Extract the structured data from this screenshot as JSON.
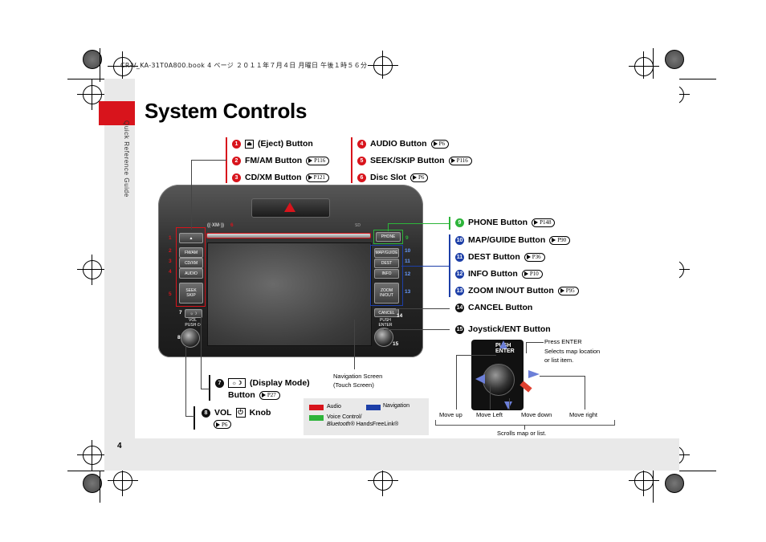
{
  "print_header": "CR-V_KA-31T0A800.book  4 ページ  ２０１１年７月４日  月曜日  午後１時５６分",
  "side_label": "Quick Reference Guide",
  "page_number": "4",
  "title": "System Controls",
  "colors": {
    "audio": "#d8141c",
    "voice": "#2db43a",
    "navigation": "#1d3fa8"
  },
  "items": {
    "i1": {
      "num": "1",
      "pre": "",
      "icon": "eject-icon",
      "text": "(Eject) Button",
      "ref": ""
    },
    "i2": {
      "num": "2",
      "text": "FM/AM Button",
      "ref": "P116"
    },
    "i3": {
      "num": "3",
      "text": "CD/XM Button",
      "ref": "P121"
    },
    "i4": {
      "num": "4",
      "text": "AUDIO Button",
      "ref": "P6"
    },
    "i5": {
      "num": "5",
      "text": "SEEK/SKIP Button",
      "ref": "P116"
    },
    "i6": {
      "num": "6",
      "text": "Disc Slot",
      "ref": "P6"
    },
    "i7": {
      "num": "7",
      "icon": "display-mode-icon",
      "text": "(Display Mode)",
      "text2": "Button",
      "ref": "P27"
    },
    "i8": {
      "num": "8",
      "text": "VOL",
      "icon": "power-icon",
      "text2": "Knob",
      "ref": "P6"
    },
    "i9": {
      "num": "9",
      "text": "PHONE Button",
      "ref": "P148"
    },
    "i10": {
      "num": "10",
      "text": "MAP/GUIDE Button",
      "ref": "P90"
    },
    "i11": {
      "num": "11",
      "text": "DEST Button",
      "ref": "P36"
    },
    "i12": {
      "num": "12",
      "text": "INFO Button",
      "ref": "P10"
    },
    "i13": {
      "num": "13",
      "text": "ZOOM IN/OUT Button",
      "ref": "P95"
    },
    "i14": {
      "num": "14",
      "text": "CANCEL Button"
    },
    "i15": {
      "num": "15",
      "text": "Joystick/ENT Button"
    }
  },
  "device": {
    "xm": "((·XM·))",
    "sd": "SD",
    "buttons": {
      "eject": "▲",
      "fmam": "FM/AM",
      "cdxm": "CD/XM",
      "audio": "AUDIO",
      "seek": "SEEK\nSKIP",
      "display": "☼☽",
      "vol": "VOL\nPUSH ⏻",
      "phone": "PHONE",
      "map": "MAP/GUIDE",
      "dest": "DEST",
      "info": "INFO",
      "zoom": "ZOOM\nIN/OUT",
      "cancel": "CANCEL",
      "enter": "PUSH\nENTER"
    }
  },
  "nav_screen_label": "Navigation Screen\n(Touch Screen)",
  "joystick": {
    "photo_text": "PUSH\nENTER",
    "press_enter": "Press ENTER",
    "press_desc": "Selects map location\nor list item.",
    "moves": [
      "Move up",
      "Move Left",
      "Move down",
      "Move right"
    ],
    "scrolls": "Scrolls map or list."
  },
  "legend": {
    "audio": "Audio",
    "navigation": "Navigation",
    "voice1": "Voice Control/",
    "voice2_italic": "Bluetooth",
    "voice2_rest": "® HandsFreeLink®"
  }
}
